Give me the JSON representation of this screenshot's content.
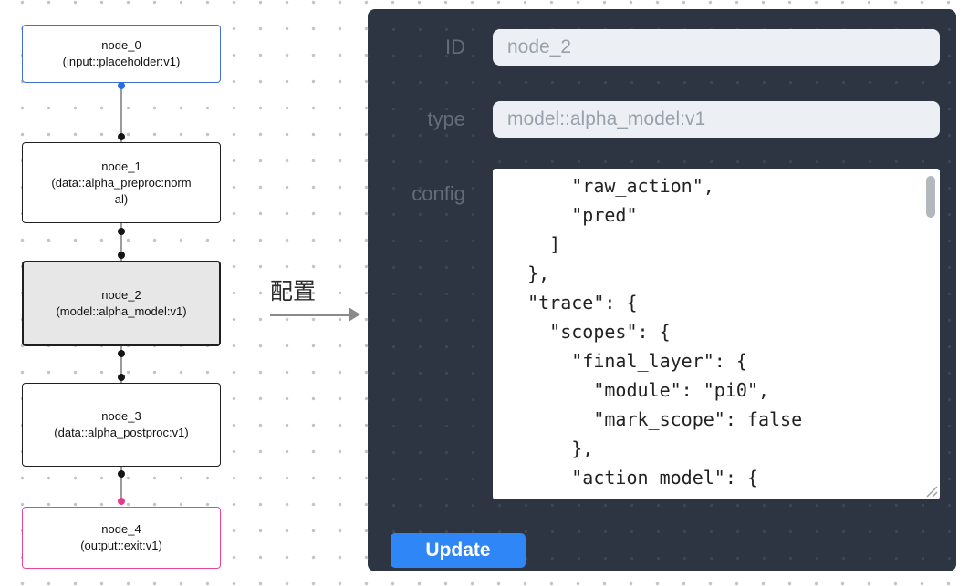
{
  "pipeline": {
    "nodes": [
      {
        "title": "node_0",
        "subtitle": "(input::placeholder:v1)",
        "accent": "#3f6fd1",
        "selected": false
      },
      {
        "title": "node_1",
        "subtitle": "(data::alpha_preproc:normal)",
        "accent": "#1f1f1f",
        "selected": false
      },
      {
        "title": "node_2",
        "subtitle": "(model::alpha_model:v1)",
        "accent": "#1f1f1f",
        "selected": true
      },
      {
        "title": "node_3",
        "subtitle": "(data::alpha_postproc:v1)",
        "accent": "#1f1f1f",
        "selected": false
      },
      {
        "title": "node_4",
        "subtitle": "(output::exit:v1)",
        "accent": "#e8459a",
        "selected": false
      }
    ],
    "port_colors": {
      "default": "#151515",
      "input_node": "#2f6bd8",
      "output_node": "#e23c8e"
    }
  },
  "arrow": {
    "label": "配置",
    "color": "#8a8a8a"
  },
  "panel": {
    "background": "#2d3542",
    "accent_blue": "#2f86f6",
    "fields": [
      {
        "label": "ID",
        "value": "node_2"
      },
      {
        "label": "type",
        "value": "model::alpha_model:v1"
      }
    ],
    "config": {
      "label": "config",
      "value": "      \"raw_action\",\n      \"pred\"\n    ]\n  },\n  \"trace\": {\n    \"scopes\": {\n      \"final_layer\": {\n        \"module\": \"pi0\",\n        \"mark_scope\": false\n      },\n      \"action_model\": {"
    },
    "update_label": "Update"
  }
}
